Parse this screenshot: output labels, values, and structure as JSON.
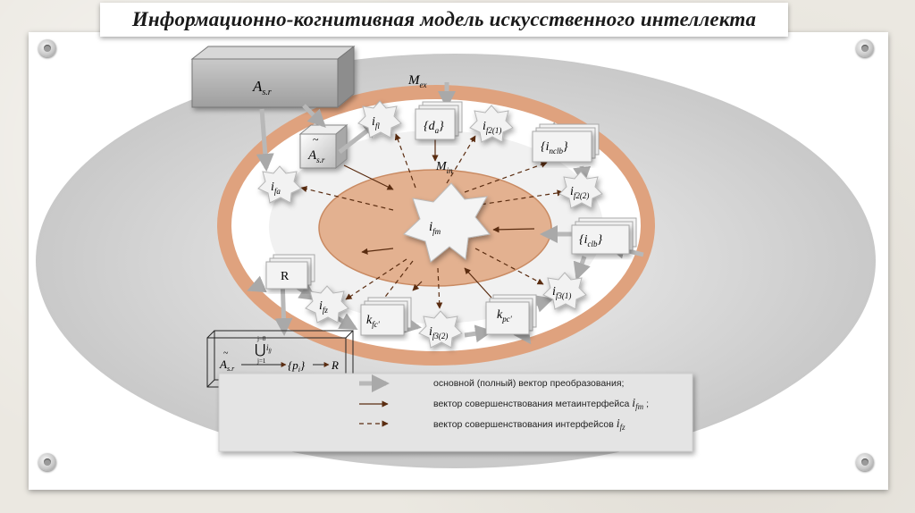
{
  "title": "Информационно-когнитивная модель искусственного интеллекта",
  "nodes": {
    "a_sr_box": {
      "main": "A",
      "sub": "s.r"
    },
    "a_sr_tilde": {
      "tilde": "~",
      "main": "A",
      "sub": "s.r"
    },
    "m_ex": {
      "main": "M",
      "sub": "ex"
    },
    "m_in": {
      "main": "M",
      "sub": "in"
    },
    "i_fm": {
      "main": "i",
      "sub": "fm"
    },
    "i_fl": {
      "main": "i",
      "sub": "fl"
    },
    "d_a": {
      "main": "{d",
      "sub": "a",
      "tail": "}"
    },
    "i_f2_1": {
      "main": "i",
      "sub": "f2(1)"
    },
    "i_nclb": {
      "main": "{i",
      "sub": "nclb",
      "tail": "}"
    },
    "i_fa": {
      "main": "i",
      "sub": "fa"
    },
    "i_f2_2": {
      "main": "i",
      "sub": "f2(2)"
    },
    "i_clb": {
      "main": "{i",
      "sub": "clb",
      "tail": "}"
    },
    "r_node": {
      "main": "R"
    },
    "i_fz": {
      "main": "i",
      "sub": "fz"
    },
    "k_fc": {
      "main": "k",
      "sub": "fc'"
    },
    "i_f3_2": {
      "main": "i",
      "sub": "f3(2)"
    },
    "k_pc": {
      "main": "k",
      "sub": "pc'"
    },
    "i_f3_1": {
      "main": "i",
      "sub": "f3(1)"
    }
  },
  "formula": {
    "tilde": "~",
    "a": "A",
    "a_sub": "s.r",
    "union": "⋃",
    "union_top": "j=8",
    "union_bottom": "j=1",
    "union_i": "i",
    "union_i_sub": "fj",
    "set": "{p",
    "set_sub": "i",
    "set_tail": "}",
    "result": "R"
  },
  "legend": {
    "item1": "основной (полный) вектор преобразования;",
    "item2": "вектор совершенствования метаинтерфейса",
    "item2_sym": "i",
    "item2_sub": "fm",
    "item2_tail": ";",
    "item3": "вектор совершенствования интерфейсов",
    "item3_sym": "i",
    "item3_sub": "fz"
  },
  "colors": {
    "ring_orange": "#dfa27e",
    "center_orange": "#e3b190",
    "outer_grey": "#d9d9d9",
    "arrow_dark": "#5a2c10",
    "arrow_grey": "#b8b8b8"
  }
}
